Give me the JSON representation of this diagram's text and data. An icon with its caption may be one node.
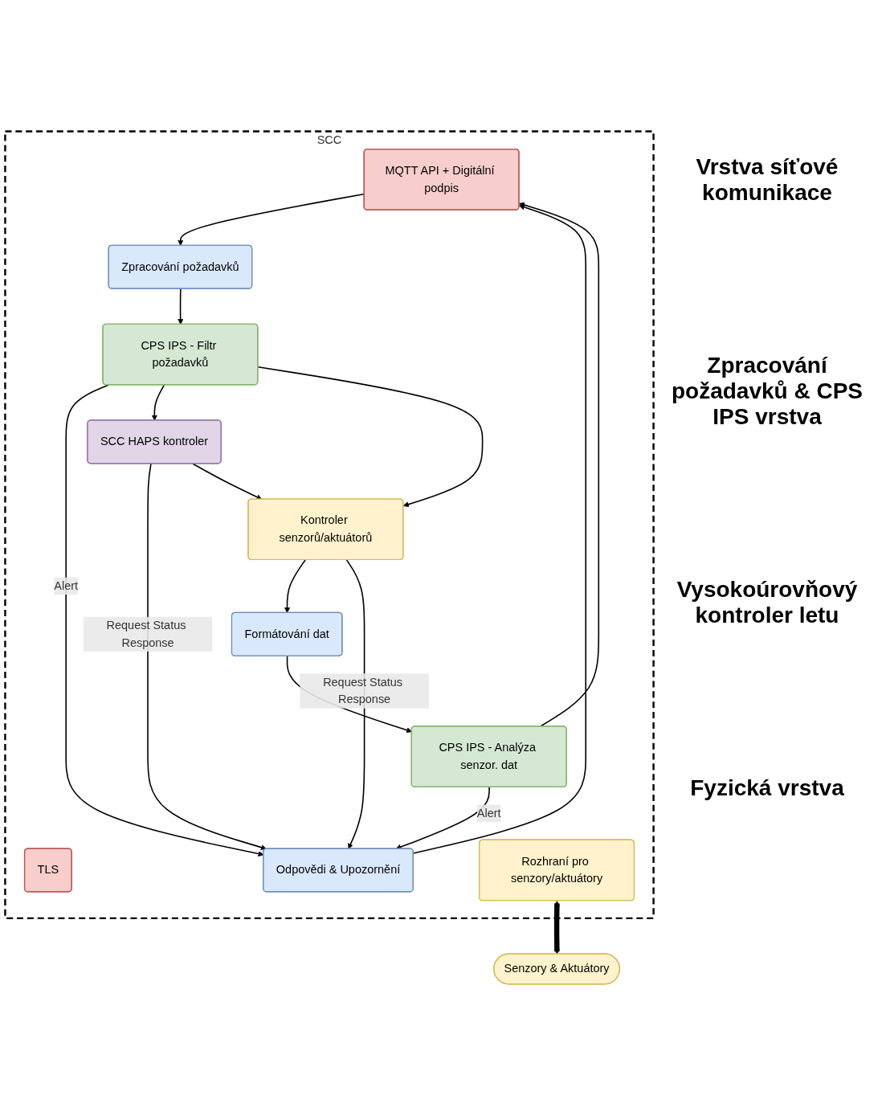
{
  "diagram": {
    "nodes": [
      {
        "text": [
          "SCC"
        ]
      },
      {
        "text": [
          "TLS"
        ],
        "in": 0
      },
      {
        "text": [
          "MQTT API + Digitální podpis"
        ],
        "in": 0
      },
      {
        "text": [
          "Zpracování požadavků"
        ],
        "in": 0
      },
      {
        "text": [
          "CPS IPS - Analýza senzor. dat"
        ],
        "in": 0
      },
      {
        "text": [
          "Odpovědi & Upozornění"
        ],
        "in": 0
      },
      {
        "text": [
          "CPS IPS - Filtr požadavků"
        ],
        "in": 0
      },
      {
        "text": [
          "Formátování dat"
        ],
        "in": 0
      },
      {
        "text": [
          "SCC HAPS kontroler"
        ],
        "in": 0
      },
      {
        "text": [
          "Kontroler senzorů/aktuátorů"
        ],
        "in": 0
      },
      {
        "text": [
          "Rozhraní pro senzory/aktuátory"
        ],
        "in": 0
      },
      {
        "text": [
          "Senzory & Aktuátory"
        ]
      }
    ],
    "edges": [
      {
        "from": 2,
        "to": 3,
        "arrow": "to"
      },
      {
        "from": 4,
        "to": 2,
        "arrow": "to"
      },
      {
        "from": 5,
        "to": 2,
        "arrow": "to"
      },
      {
        "from": 3,
        "to": 6,
        "arrow": "to"
      },
      {
        "from": 4,
        "to": 5,
        "arrow": "to",
        "label": "Alert"
      },
      {
        "from": 7,
        "to": 4,
        "arrow": "to"
      },
      {
        "from": 6,
        "to": 5,
        "arrow": "to",
        "label": "Alert"
      },
      {
        "from": 6,
        "to": 8,
        "arrow": "to"
      },
      {
        "from": 6,
        "to": 9,
        "arrow": "to"
      },
      {
        "from": 8,
        "to": 5,
        "arrow": "to",
        "label": "Request Status Response"
      },
      {
        "from": 8,
        "to": 9,
        "arrow": "to"
      },
      {
        "from": 9,
        "to": 7,
        "arrow": "to"
      },
      {
        "from": 9,
        "to": 5,
        "arrow": "to",
        "label": "Request Status Response"
      },
      {
        "from": 10,
        "to": 11,
        "arrow": "both",
        "style": "thick"
      }
    ],
    "labels": [
      "Vrstva síťové komunikace",
      "Zpracování požadavků & CPS IPS vrstva",
      "Vysokoúrovňový kontroler letu",
      "Fyzická vrstva"
    ]
  }
}
